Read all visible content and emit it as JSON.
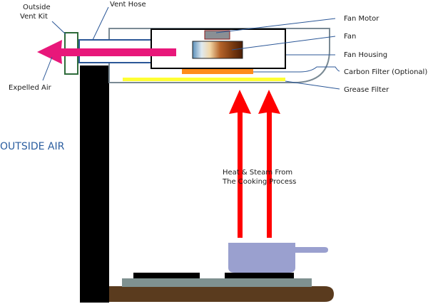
{
  "labels": {
    "outside_vent_kit_line1": "Outside",
    "outside_vent_kit_line2": "Vent Kit",
    "vent_hose": "Vent Hose",
    "fan_motor": "Fan Motor",
    "fan": "Fan",
    "fan_housing": "Fan Housing",
    "carbon_filter": "Carbon Filter (Optional)",
    "grease_filter": "Grease Filter",
    "expelled_air": "Expelled Air",
    "outside_air": "OUTSIDE AIR",
    "heat_steam_line1": "Heat & Steam From",
    "heat_steam_line2": "The Cooking Process"
  },
  "colors": {
    "exhaust_arrow": "#e8177a",
    "heat_arrow": "#ff0000",
    "wall": "#000000",
    "vent_kit": "#2e6b3a",
    "vent_hose": "#2b5797",
    "hood_outline": "#7a8a94",
    "carbon_filter": "#ff8c1a",
    "grease_filter": "#ffff33",
    "pot": "#9aa0cf",
    "counter": "#5a3b1e",
    "stove": "#7f9190",
    "burner": "#000000"
  }
}
